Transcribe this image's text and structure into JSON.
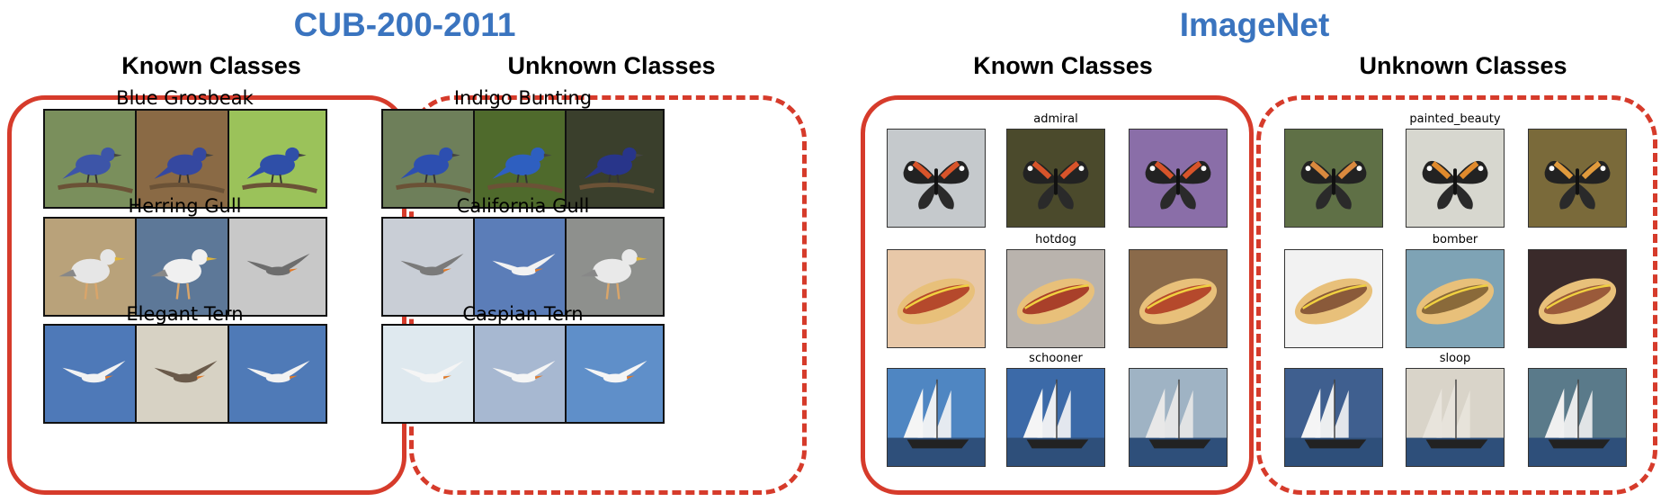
{
  "datasets": [
    {
      "title": "CUB-200-2011",
      "known_heading": "Known Classes",
      "unknown_heading": "Unknown Classes"
    },
    {
      "title": "ImageNet",
      "known_heading": "Known Classes",
      "unknown_heading": "Unknown Classes"
    }
  ],
  "cub": {
    "known": [
      {
        "label": "Blue Grosbeak",
        "images": [
          {
            "bg": "#7a8f5c",
            "subject": "bird",
            "color": "#3d55a8"
          },
          {
            "bg": "#8a6a45",
            "subject": "bird",
            "color": "#3548a0"
          },
          {
            "bg": "#9bc25a",
            "subject": "bird",
            "color": "#2f4fa8"
          }
        ]
      },
      {
        "label": "Herring Gull",
        "images": [
          {
            "bg": "#b9a27a",
            "subject": "gull",
            "color": "#e6e6e6"
          },
          {
            "bg": "#5d7898",
            "subject": "gull",
            "color": "#f0f0f0"
          },
          {
            "bg": "#c8c8c8",
            "subject": "flying",
            "color": "#6d6d6d"
          }
        ]
      },
      {
        "label": "Elegant Tern",
        "images": [
          {
            "bg": "#4e79b8",
            "subject": "flying",
            "color": "#f2f2f2"
          },
          {
            "bg": "#d7d2c4",
            "subject": "flying",
            "color": "#6a5a4a"
          },
          {
            "bg": "#4f7ab7",
            "subject": "flying",
            "color": "#f2f2f2"
          }
        ]
      }
    ],
    "unknown": [
      {
        "label": "Indigo Bunting",
        "images": [
          {
            "bg": "#6e7f5a",
            "subject": "bird",
            "color": "#2d4fb0"
          },
          {
            "bg": "#4f6a2c",
            "subject": "bird",
            "color": "#2e5fc0"
          },
          {
            "bg": "#3a3f2c",
            "subject": "bird",
            "color": "#28358a"
          }
        ]
      },
      {
        "label": "California Gull",
        "images": [
          {
            "bg": "#c9ced6",
            "subject": "flying",
            "color": "#7a7a7a"
          },
          {
            "bg": "#5b7db8",
            "subject": "flying",
            "color": "#f2f2f2"
          },
          {
            "bg": "#8e908d",
            "subject": "gull",
            "color": "#e9e9e9"
          }
        ]
      },
      {
        "label": "Caspian Tern",
        "images": [
          {
            "bg": "#dfe9ef",
            "subject": "flying",
            "color": "#f5f5f5"
          },
          {
            "bg": "#a7b8d1",
            "subject": "flying",
            "color": "#f5f5f5"
          },
          {
            "bg": "#5f8fc9",
            "subject": "flying",
            "color": "#f5f5f5"
          }
        ]
      }
    ]
  },
  "imagenet": {
    "known": [
      {
        "label": "admiral",
        "images": [
          {
            "bg": "#c5c9cc",
            "subject": "butterfly",
            "color": "#d8542a"
          },
          {
            "bg": "#4b4a2c",
            "subject": "butterfly",
            "color": "#d8542a"
          },
          {
            "bg": "#8a6ea8",
            "subject": "butterfly",
            "color": "#d8542a"
          }
        ]
      },
      {
        "label": "hotdog",
        "images": [
          {
            "bg": "#e8c8a8",
            "subject": "hotdog",
            "color": "#b5492c"
          },
          {
            "bg": "#b9b3ad",
            "subject": "hotdog",
            "color": "#a9402a"
          },
          {
            "bg": "#8a6a4a",
            "subject": "hotdog",
            "color": "#b5492c"
          }
        ]
      },
      {
        "label": "schooner",
        "images": [
          {
            "bg": "#4f86c2",
            "subject": "ship",
            "color": "#f5f5f5"
          },
          {
            "bg": "#3c6aa8",
            "subject": "ship",
            "color": "#f5f5f5"
          },
          {
            "bg": "#9fb3c4",
            "subject": "ship",
            "color": "#e8e8e8"
          }
        ]
      }
    ],
    "unknown": [
      {
        "label": "painted_beauty",
        "images": [
          {
            "bg": "#5f7046",
            "subject": "butterfly",
            "color": "#d9893e"
          },
          {
            "bg": "#d7d7cf",
            "subject": "butterfly",
            "color": "#e08a2c"
          },
          {
            "bg": "#7a6a3a",
            "subject": "butterfly",
            "color": "#e09a3c"
          }
        ]
      },
      {
        "label": "bomber",
        "images": [
          {
            "bg": "#f2f2f2",
            "subject": "hotdog",
            "color": "#8a5a3a"
          },
          {
            "bg": "#7ea3b5",
            "subject": "hotdog",
            "color": "#8a6a3a"
          },
          {
            "bg": "#3a2a2a",
            "subject": "hotdog",
            "color": "#9a5a3a"
          }
        ]
      },
      {
        "label": "sloop",
        "images": [
          {
            "bg": "#3f5f8f",
            "subject": "ship",
            "color": "#f5f5f5"
          },
          {
            "bg": "#d9d4c9",
            "subject": "ship",
            "color": "#e8e4dc"
          },
          {
            "bg": "#5a7a8a",
            "subject": "ship",
            "color": "#f0f0f0"
          }
        ]
      }
    ]
  },
  "colors": {
    "title_blue": "#3a74bf",
    "border_red": "#d63b2b"
  }
}
